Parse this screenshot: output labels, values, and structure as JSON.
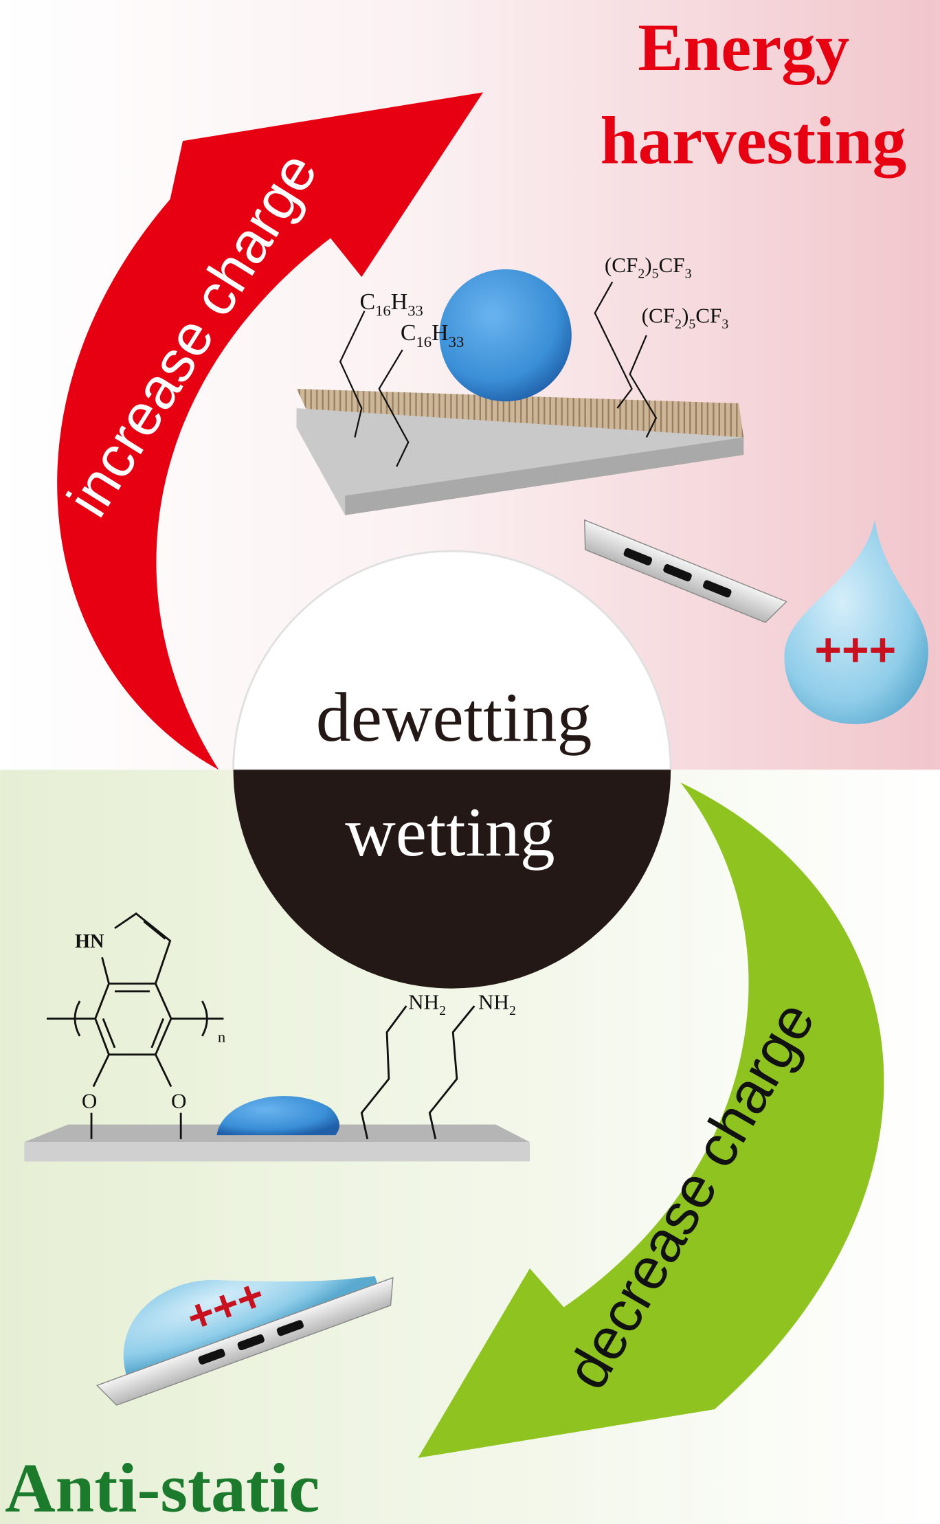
{
  "titles": {
    "top_line1": "Energy",
    "top_line2": "harvesting",
    "bottom": "Anti-static"
  },
  "arrows": {
    "up_label": "increase charge",
    "down_label": "decrease charge"
  },
  "center_circle": {
    "top_label": "dewetting",
    "bottom_label": "wetting"
  },
  "top_chem": {
    "chain_a": [
      "C",
      "16",
      "H",
      "33"
    ],
    "chain_b": [
      "C",
      "16",
      "H",
      "33"
    ],
    "chain_c": [
      "(CF",
      "2",
      ")",
      "5",
      "CF",
      "3"
    ],
    "chain_d": [
      "(CF",
      "2",
      ")",
      "5",
      "CF",
      "3"
    ]
  },
  "bottom_chem": {
    "hn": "HN",
    "o1": "O",
    "o2": "O",
    "n": "n",
    "amine_a": [
      "NH",
      "2"
    ],
    "amine_b": [
      "NH",
      "2"
    ]
  },
  "charges": {
    "drop_positive": "+++",
    "film_positive": "+++"
  },
  "colors": {
    "red": "#e60012",
    "green": "#8fc31f",
    "title_green": "#1b7a2c",
    "dark": "#231815",
    "water": "#3a8fd6"
  }
}
